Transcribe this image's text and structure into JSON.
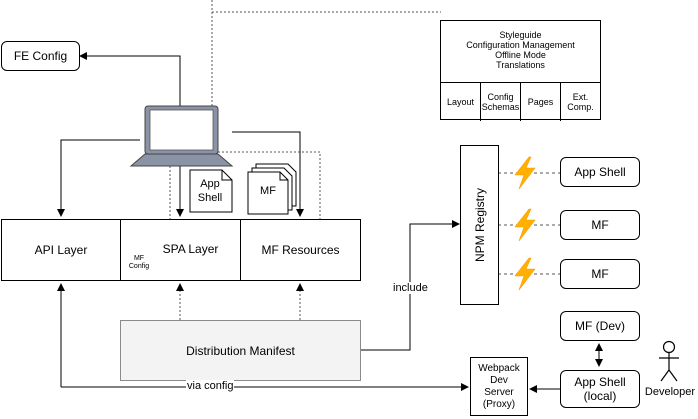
{
  "nodes": {
    "fe_config": "FE Config",
    "api_layer": "API Layer",
    "spa_layer": "SPA Layer",
    "mf_resources": "MF Resources",
    "mf_config": "MF\nConfig",
    "app_shell_doc": "App\nShell",
    "mf_doc": "MF",
    "distribution_manifest": "Distribution Manifest",
    "npm_registry": "NPM Registry",
    "registry_app_shell": "App Shell",
    "registry_mf_1": "MF",
    "registry_mf_2": "MF",
    "mf_dev": "MF (Dev)",
    "app_shell_local": "App Shell\n(local)",
    "webpack_server": "Webpack\nDev\nServer\n(Proxy)",
    "developer": "Developer"
  },
  "styleguide": {
    "top_lines": "Styleguide\nConfiguration Management\nOffline Mode\nTranslations",
    "cells": [
      "Layout",
      "Config\nSchemas",
      "Pages",
      "Ext.\nComp."
    ]
  },
  "edges": {
    "include": "include",
    "via_config": "via config"
  }
}
